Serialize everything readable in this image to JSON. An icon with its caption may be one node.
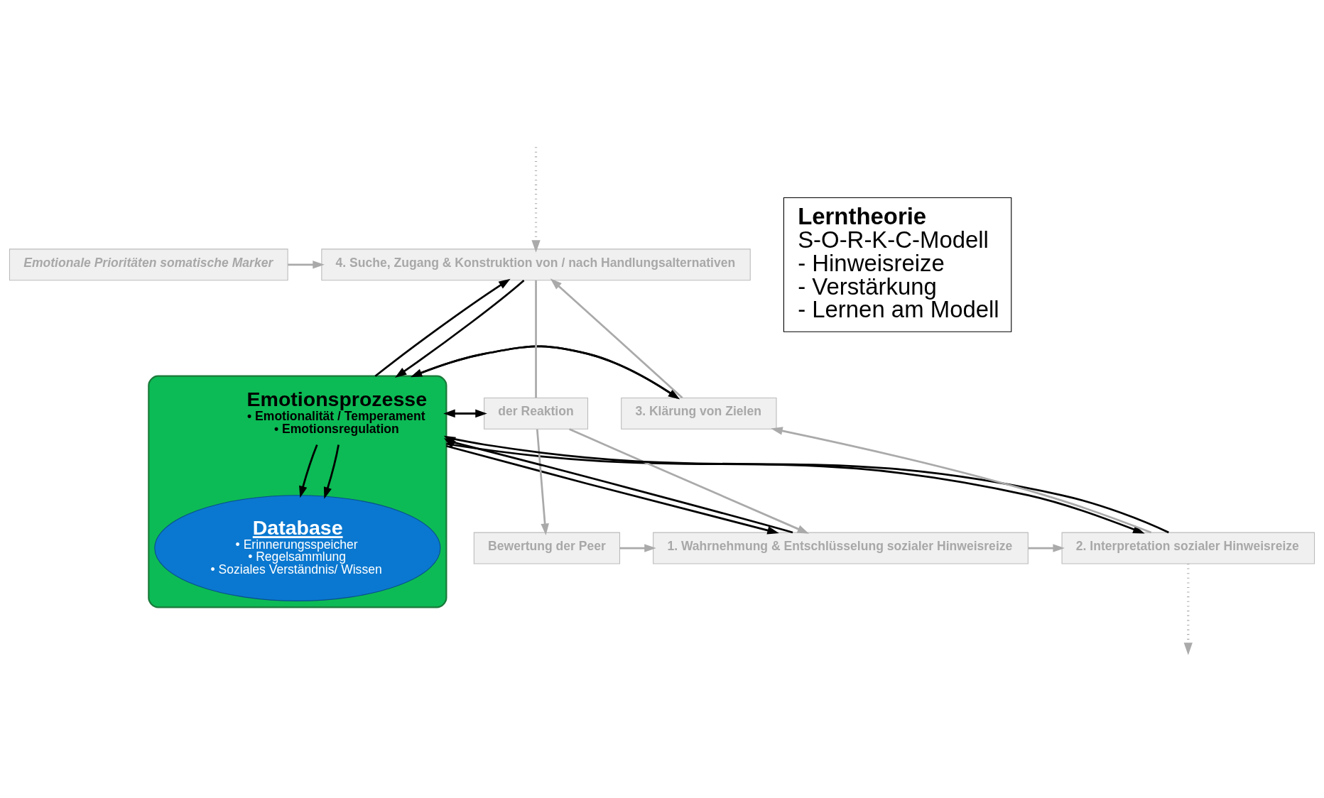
{
  "diagram": {
    "nodes": [
      {
        "text": [
          "Emotionale Prioritäten somatische Marker"
        ]
      },
      {
        "text": [
          "4. Suche, Zugang & Konstruktion von / nach Handlungsalternativen"
        ]
      },
      {
        "text": [
          "Emotionsprozesse",
          "• Emotionalität / Temperament • Emotionsregulation"
        ]
      },
      {
        "text": [
          "Database",
          "• Erinnerungsspeicher • Regelsammlung • Soziales Verständnis/ Wissen"
        ],
        "in": 2
      },
      {
        "text": [
          "3. Klärung von Zielen"
        ]
      },
      {
        "text": [
          "der Reaktion"
        ]
      },
      {
        "text": [
          "Bewertung der Peer"
        ]
      },
      {
        "text": [
          "2. Interpretation sozialer Hinweisreize"
        ]
      },
      {
        "text": [
          "1. Wahrnehmung & Entschlüsselung sozialer Hinweisreize"
        ]
      },
      {
        "text": [
          "Lerntheorie",
          "S-O-R-K-C-Modell",
          "- Hinweisreize",
          "- Verstärkung",
          "- Lernen am Modell"
        ]
      }
    ],
    "edges": [
      {
        "from": 0,
        "to": 1,
        "arrow": "to",
        "color": "#aaaaaa"
      },
      {
        "from": 5,
        "to": 1,
        "arrow": "none",
        "color": "#aaaaaa"
      },
      {
        "from": null,
        "to": 1,
        "arrow": "to",
        "style": "dashed",
        "color": "#aaaaaa"
      },
      {
        "from": 1,
        "to": 2,
        "arrow": "to"
      },
      {
        "from": 2,
        "to": 1,
        "arrow": "to"
      },
      {
        "from": 4,
        "to": 1,
        "arrow": "to",
        "color": "#aaaaaa"
      },
      {
        "from": 4,
        "to": 2,
        "arrow": "to"
      },
      {
        "from": 2,
        "to": 4,
        "arrow": "to"
      },
      {
        "from": 7,
        "to": 4,
        "arrow": "to",
        "color": "#aaaaaa"
      },
      {
        "from": 2,
        "to": 7,
        "arrow": "to"
      },
      {
        "from": 7,
        "to": 2,
        "arrow": "to"
      },
      {
        "from": 2,
        "to": 3,
        "arrow": "to"
      },
      {
        "from": 2,
        "to": 3,
        "arrow": "to"
      },
      {
        "from": 5,
        "to": 2,
        "arrow": "to"
      },
      {
        "from": 2,
        "to": 5,
        "arrow": "to"
      },
      {
        "from": 5,
        "to": 6,
        "arrow": "to",
        "color": "#aaaaaa"
      },
      {
        "from": 5,
        "to": 8,
        "arrow": "to",
        "color": "#aaaaaa"
      },
      {
        "from": 6,
        "to": 8,
        "arrow": "to",
        "color": "#aaaaaa"
      },
      {
        "from": 8,
        "to": 2,
        "arrow": "to"
      },
      {
        "from": 2,
        "to": 8,
        "arrow": "to"
      },
      {
        "from": 8,
        "to": 7,
        "arrow": "to",
        "color": "#aaaaaa"
      },
      {
        "from": 7,
        "to": null,
        "arrow": "to",
        "style": "dashed",
        "color": "#aaaaaa"
      }
    ]
  }
}
